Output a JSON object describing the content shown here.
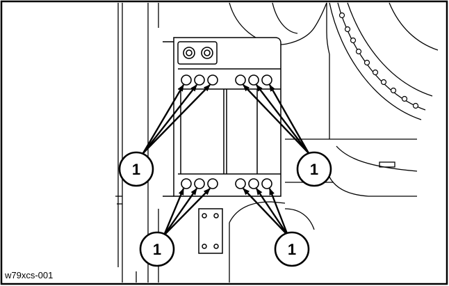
{
  "figure": {
    "id_label": "w79xcs-001",
    "callouts": [
      {
        "name": "callout-upper-left",
        "number": "1",
        "targets": "upper-left-bolt-group"
      },
      {
        "name": "callout-upper-right",
        "number": "1",
        "targets": "upper-right-bolt-group"
      },
      {
        "name": "callout-lower-left",
        "number": "1",
        "targets": "lower-left-bolt-group"
      },
      {
        "name": "callout-lower-right",
        "number": "1",
        "targets": "lower-right-bolt-group"
      }
    ]
  }
}
